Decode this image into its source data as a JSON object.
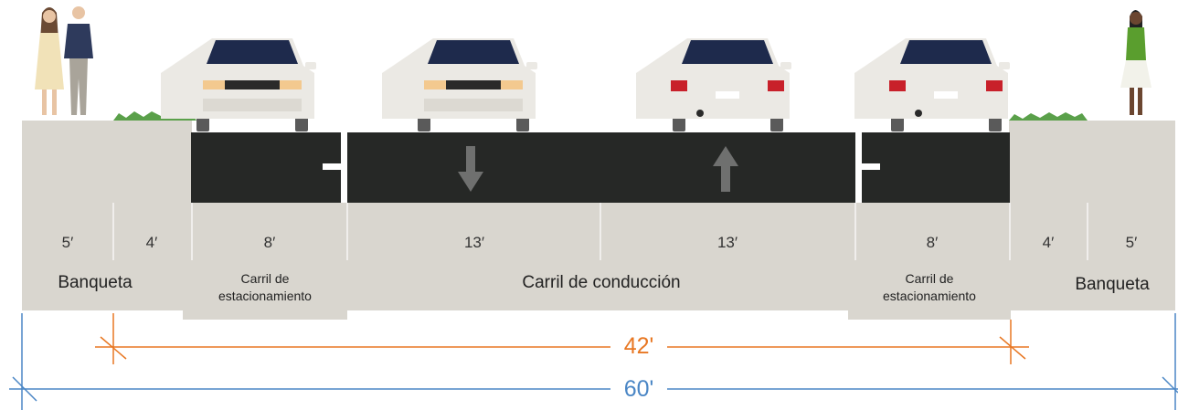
{
  "widths": {
    "sidewalk_left_walk": "5′",
    "sidewalk_left_buffer": "4′",
    "parking_left": "8′",
    "drive_left": "13′",
    "drive_right": "13′",
    "parking_right": "8′",
    "sidewalk_right_buffer": "4′",
    "sidewalk_right_walk": "5′"
  },
  "labels": {
    "sidewalk_left": "Banqueta",
    "parking_left_line1": "Carril de",
    "parking_left_line2": "estacionamiento",
    "driving": "Carril de conducción",
    "parking_right_line1": "Carril de",
    "parking_right_line2": "estacionamiento",
    "sidewalk_right": "Banqueta"
  },
  "totals": {
    "curb_to_curb": "42'",
    "right_of_way": "60'"
  },
  "colors": {
    "sidewalk": "#d9d6cf",
    "asphalt": "#262826",
    "lane_marking": "#ffffff",
    "arrow": "#6f706f",
    "curb_dimension": "#e87722",
    "row_dimension": "#4a86c5",
    "grass": "#5aa04a"
  }
}
